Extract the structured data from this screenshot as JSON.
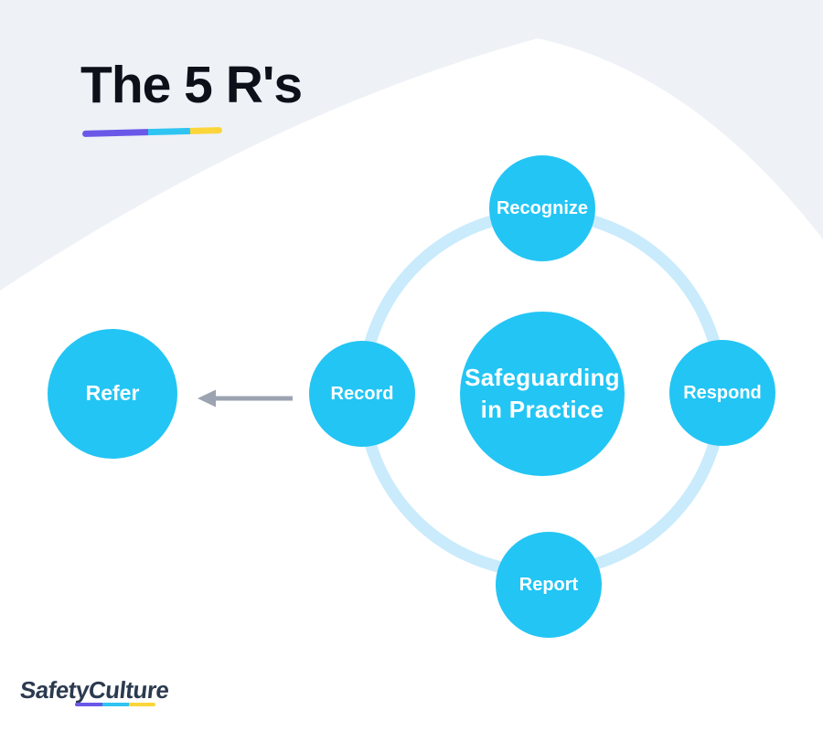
{
  "title": {
    "text": "The 5 R's"
  },
  "diagram": {
    "center": {
      "line1": "Safeguarding",
      "line2": "in Practice"
    },
    "nodes": {
      "recognize": {
        "label": "Recognize"
      },
      "respond": {
        "label": "Respond"
      },
      "report": {
        "label": "Report"
      },
      "record": {
        "label": "Record"
      },
      "refer": {
        "label": "Refer"
      }
    }
  },
  "footer": {
    "brand": "SafetyCulture"
  },
  "colors": {
    "background": "#eef1f6",
    "blob": "#ffffff",
    "node_fill": "#23c5f4",
    "ring": "#c9ebfc",
    "arrow": "#9ca4b1",
    "title_text": "#0d1019",
    "brand_text": "#2b3a4f",
    "underline_purple": "#6a58e8",
    "underline_cyan": "#2fc4f2",
    "underline_yellow": "#fcd53b",
    "circle_text": "#ffffff"
  }
}
